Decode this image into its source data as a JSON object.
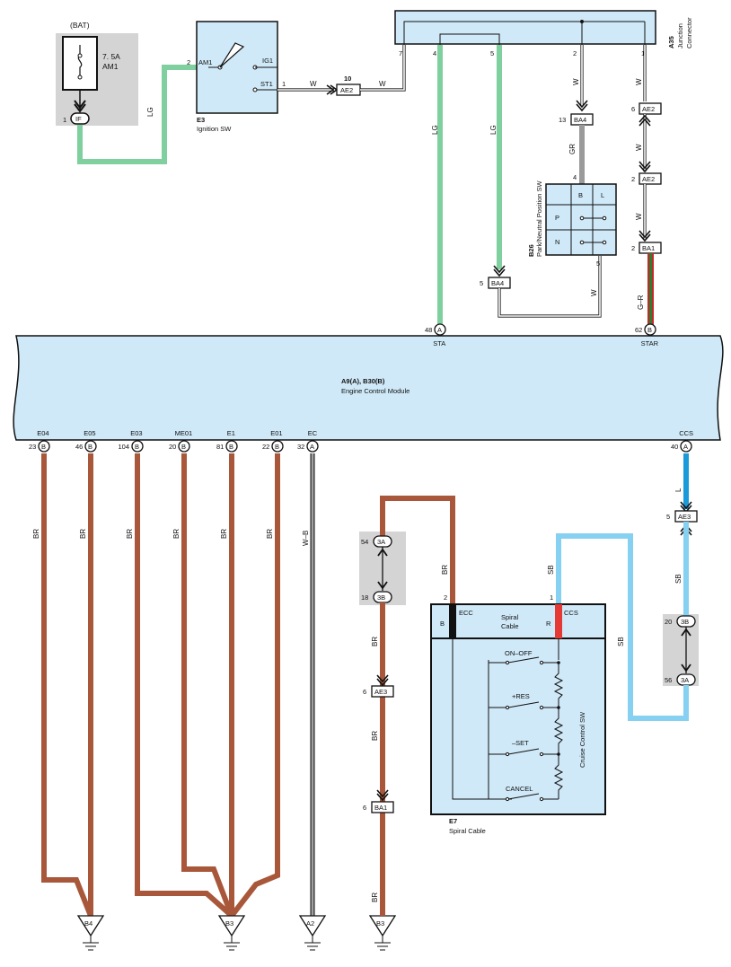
{
  "power": {
    "bat": "(BAT)",
    "fuse_rating": "7. 5A",
    "fuse_name": "AM1",
    "conn_pin": "1",
    "conn_id": "IF"
  },
  "ignition": {
    "id": "E3",
    "name": "Ignition SW",
    "am1": "AM1",
    "ig1": "IG1",
    "st1": "ST1",
    "pin_am1": "2",
    "pin_st1": "1"
  },
  "junction": {
    "id": "A35",
    "name_line1": "Junction",
    "name_line2": "Connector",
    "pin7": "7",
    "pin4": "4",
    "pin5": "5",
    "pin2": "2",
    "pin1": "1"
  },
  "connectors": {
    "ae2_top_pin": "10",
    "ae2": "AE2",
    "ba4": "BA4",
    "ba4_top_pin": "13",
    "ba4_bottom_pin": "5",
    "ae2_right_1_pin": "6",
    "ae2_right_2_pin": "2",
    "ba1": "BA1",
    "ba1_right_pin": "2",
    "ae3": "AE3",
    "ae3_right_pin": "5",
    "ae3_left_pin": "6",
    "ba1_left_pin": "6",
    "c3a": "3A",
    "c3b": "3B",
    "c3a_left_pin": "54",
    "c3b_left_pin": "18",
    "c3b_right_pin": "20",
    "c3a_right_pin": "56"
  },
  "pn_switch": {
    "id": "B26",
    "name": "Park/Neutral Position SW",
    "col_b": "B",
    "col_l": "L",
    "row_p": "P",
    "row_n": "N",
    "pin4": "4",
    "pin5": "5"
  },
  "ecm": {
    "id": "A9(A), B30(B)",
    "name": "Engine Control Module",
    "top_pins": [
      {
        "num": "48",
        "conn": "A",
        "name": "STA"
      },
      {
        "num": "62",
        "conn": "B",
        "name": "STAR"
      }
    ],
    "bottom_pins": [
      {
        "num": "23",
        "conn": "B",
        "name": "E04"
      },
      {
        "num": "46",
        "conn": "B",
        "name": "E05"
      },
      {
        "num": "104",
        "conn": "B",
        "name": "E03"
      },
      {
        "num": "20",
        "conn": "B",
        "name": "ME01"
      },
      {
        "num": "81",
        "conn": "B",
        "name": "E1"
      },
      {
        "num": "22",
        "conn": "B",
        "name": "E01"
      },
      {
        "num": "32",
        "conn": "A",
        "name": "EC"
      },
      {
        "num": "40",
        "conn": "A",
        "name": "CCS"
      }
    ]
  },
  "spiral": {
    "id": "E7",
    "name": "Spiral Cable",
    "header_line1": "Spiral",
    "header_line2": "Cable",
    "ecc": "ECC",
    "ccs": "CCS",
    "b": "B",
    "r": "R",
    "pin2": "2",
    "pin1": "1",
    "sw_title": "Cruise Control SW",
    "switches": [
      "ON–OFF",
      "+RES",
      "–SET",
      "CANCEL"
    ]
  },
  "wires": {
    "lg": "LG",
    "w": "W",
    "gr": "GR",
    "g_r": "G–R",
    "br": "BR",
    "w_b": "W–B",
    "l": "L",
    "sb": "SB"
  },
  "grounds": {
    "b4": "B4",
    "b3": "B3",
    "a2": "A2"
  },
  "colors": {
    "lg_wire": "#7fcf9f",
    "br_wire": "#a8573a",
    "l_wire": "#1a9ad9",
    "sb_wire": "#86d0f2",
    "gr_wire": "#9a9a9a",
    "panel": "#cfe9f8",
    "shaded": "#d4d4d4"
  }
}
